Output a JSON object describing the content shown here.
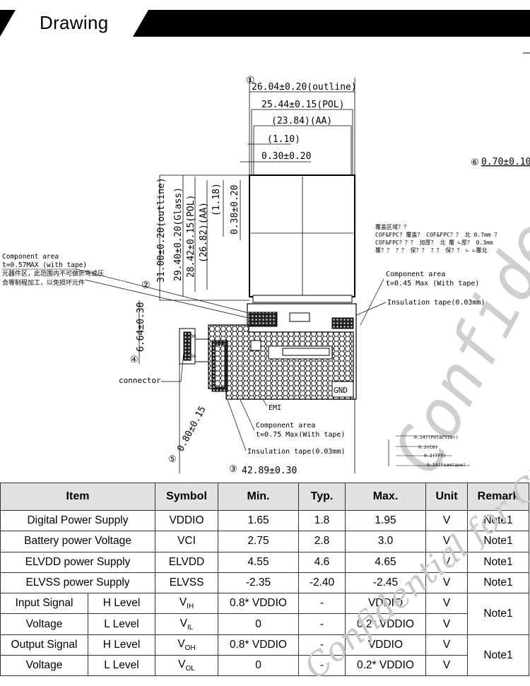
{
  "header": {
    "title": "Drawing"
  },
  "drawing": {
    "dim_outline_w": "26.04±0.20(outline)",
    "dim_pol_w": "25.44±0.15(POL)",
    "dim_aa_w": "(23.84)(AA)",
    "dim_110": "(1.10)",
    "dim_030": "0.30±0.20",
    "dim_thick": "0.70±0.10",
    "dim_outline_h": "31.00±0.20(outline)",
    "dim_glass_h": "29.40±0.20(Glass)",
    "dim_pol_h": "28.42±0.15(POL)",
    "dim_aa_h": "(26.82)(AA)",
    "dim_118": "(1.18)",
    "dim_038": "0.38±0.20",
    "dim_664": "6.64±0.30",
    "dim_080": "0.80±0.15",
    "dim_total": "42.89±0.30",
    "marker_1": "①",
    "marker_2": "②",
    "marker_3": "③",
    "marker_4": "④",
    "marker_5": "⑤",
    "marker_6": "⑥",
    "comp_area_left_1": "Component area",
    "comp_area_left_2": "t=0.57MAX (with tape)",
    "comp_area_left_3": "元器件区，此范围内不可做折弯或压",
    "comp_area_left_4": "合等制程加工，以免损坏元件",
    "notes_cn_1": "覆盖区域？？",
    "notes_cn_2": "COF&FPC? 覆盖？ COF&FPC？？  北     0.7mm  ？",
    "notes_cn_3": "COF&FPC？？？ 加厚？ 北  覆   ∟厚？ 0.3mm",
    "notes_cn_4": "覆？？   ？？   保？？  ？？    保？？   ∟ ∟覆北",
    "comp_area_right_1": "Component area",
    "comp_area_right_2": "t=0.45 Max (With tape)",
    "insulation_1": "Insulation tape(0.03mm)",
    "connector": "connector",
    "emi": "EMI",
    "comp_area_bottom_1": "Component area",
    "comp_area_bottom_2": "t=0.75 Max(With tape)",
    "insulation_2": "Insulation tape(0.03mm)",
    "gnd": "GND",
    "pin_30": "30",
    "pin_16": "16",
    "pin_1": "1",
    "stack_1": "0.147(Polarizer)",
    "stack_2": "0.2(CG)",
    "stack_3": "0.2(TFT)",
    "stack_4": "0.14(Foamtape)",
    "watermark": "Confidential"
  },
  "table": {
    "headers": [
      "Item",
      "Symbol",
      "Min.",
      "Typ.",
      "Max.",
      "Unit",
      "Remark"
    ],
    "rows": [
      {
        "item": "Digital Power Supply",
        "symbol": "VDDIO",
        "min": "1.65",
        "typ": "1.8",
        "max": "1.95",
        "unit": "V",
        "remark": "Note1"
      },
      {
        "item": "Battery power Voltage",
        "symbol": "VCI",
        "min": "2.75",
        "typ": "2.8",
        "max": "3.0",
        "unit": "V",
        "remark": "Note1"
      },
      {
        "item": "ELVDD power Supply",
        "symbol": "ELVDD",
        "min": "4.55",
        "typ": "4.6",
        "max": "4.65",
        "unit": "V",
        "remark": "Note1"
      },
      {
        "item": "ELVSS power Supply",
        "symbol": "ELVSS",
        "min": "-2.35",
        "typ": "-2.40",
        "max": "-2.45",
        "unit": "V",
        "remark": "Note1"
      }
    ],
    "input_group": {
      "label_1": "Input Signal",
      "label_2": "Voltage",
      "remark": "Note1",
      "high": {
        "level": "H Level",
        "sym_main": "V",
        "sym_sub": "IH",
        "min": "0.8* VDDIO",
        "typ": "-",
        "max": "VDDIO",
        "unit": "V"
      },
      "low": {
        "level": "L Level",
        "sym_main": "V",
        "sym_sub": "IL",
        "min": "0",
        "typ": "-",
        "max": "0.2* VDDIO",
        "unit": "V"
      }
    },
    "output_group": {
      "label_1": "Output Signal",
      "label_2": "Voltage",
      "remark": "Note1",
      "high": {
        "level": "H Level",
        "sym_main": "V",
        "sym_sub": "OH",
        "min": "0.8* VDDIO",
        "typ": "-",
        "max": "VDDIO",
        "unit": "V"
      },
      "low": {
        "level": "L Level",
        "sym_main": "V",
        "sym_sub": "OL",
        "min": "0",
        "typ": "-",
        "max": "0.2* VDDIO",
        "unit": "V"
      }
    },
    "watermark": "Confidential for CE"
  }
}
